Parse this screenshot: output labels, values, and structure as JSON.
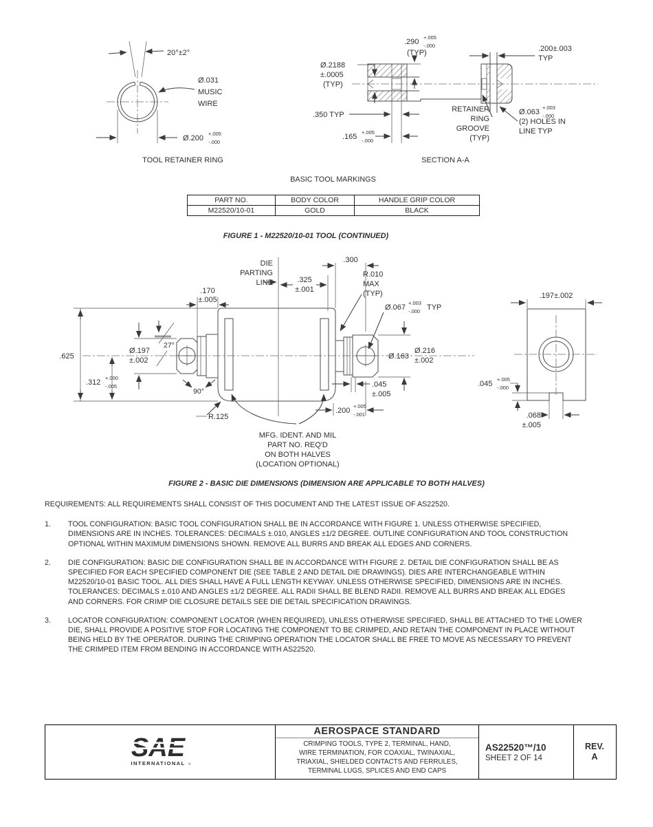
{
  "colors": {
    "line": "#4b4b4b",
    "text": "#2e2e2e",
    "logo_navy": "#1a3f70",
    "logo_cyan": "#2d9fd7"
  },
  "fig1_left": {
    "caption": "TOOL RETAINER RING",
    "angle": "20°±2°",
    "wire": [
      "Ø.031",
      "MUSIC",
      "WIRE"
    ],
    "dia": "Ø.200",
    "dia_sup": "+.005",
    "dia_sub": "-.000"
  },
  "fig1_right": {
    "caption": "SECTION A-A",
    "d290": ".290",
    "d290_sup": "+.005",
    "d290_sub": "-.000",
    "d290_typ": "(TYP)",
    "d2188": "Ø.2188",
    "d2188_tol": "±.0005",
    "d2188_typ": "(TYP)",
    "d200": ".200±.003",
    "d200_typ": "TYP",
    "d350": ".350 TYP",
    "d165": ".165",
    "d165_sup": "+.005",
    "d165_sub": "-.000",
    "groove": [
      "RETAINER",
      "RING",
      "GROOVE",
      "(TYP)"
    ],
    "d063": "Ø.063",
    "d063_sup": "+.003",
    "d063_sub": "-.000",
    "d063_l2": "(2) HOLES IN",
    "d063_l3": "LINE TYP"
  },
  "markings": {
    "title": "BASIC TOOL MARKINGS",
    "headers": [
      "PART NO.",
      "BODY COLOR",
      "HANDLE GRIP COLOR"
    ],
    "row": [
      "M22520/10-01",
      "GOLD",
      "BLACK"
    ]
  },
  "fig1_caption": "FIGURE 1 - M22520/10-01 TOOL (CONTINUED)",
  "fig2": {
    "caption": "FIGURE 2 - BASIC DIE DIMENSIONS (DIMENSION ARE APPLICABLE TO BOTH HALVES)",
    "die_parting": [
      "DIE",
      "PARTING",
      "LINE"
    ],
    "d170": ".170",
    "d170_tol": "±.005",
    "d325": ".325",
    "d325_tol": "±.001",
    "d300": ".300",
    "r010": [
      "R.010",
      "MAX",
      "(TYP)"
    ],
    "d067": "Ø.067",
    "d067_sup": "+.003",
    "d067_sub": "-.000",
    "d067_typ": "TYP",
    "d625": ".625",
    "d312": ".312",
    "d312_sup": "+.000",
    "d312_sub": "-.005",
    "d197": "Ø.197",
    "d197_tol": "±.002",
    "a27": "27°",
    "a90": "90°",
    "r125": "R.125",
    "d163": "Ø.163",
    "d216": "Ø.216",
    "d216_tol": "±.002",
    "d045": ".045",
    "d045_tol": "±.005",
    "d200": ".200",
    "d200_sup": "+.005",
    "d200_sub": "-.001",
    "note": [
      "MFG. IDENT. AND MIL",
      "PART NO. REQ'D",
      "ON BOTH HALVES",
      "(LOCATION OPTIONAL)"
    ],
    "end_d197": ".197±.002",
    "end_d045": ".045",
    "end_d045_sup": "+.005",
    "end_d045_sub": "-.000",
    "end_d068": ".068",
    "end_d068_tol": "±.005"
  },
  "requirements": {
    "intro": "REQUIREMENTS: ALL REQUIREMENTS SHALL CONSIST OF THIS DOCUMENT AND THE LATEST ISSUE OF AS22520.",
    "items": [
      {
        "num": "1.",
        "text": "TOOL CONFIGURATION: BASIC TOOL CONFIGURATION SHALL BE IN ACCORDANCE WITH FIGURE 1. UNLESS OTHERWISE SPECIFIED, DIMENSIONS ARE IN INCHES. TOLERANCES: DECIMALS ±.010, ANGLES ±1/2 DEGREE. OUTLINE CONFIGURATION AND TOOL CONSTRUCTION OPTIONAL WITHIN MAXIMUM DIMENSIONS SHOWN. REMOVE ALL BURRS AND BREAK ALL EDGES AND CORNERS."
      },
      {
        "num": "2.",
        "text": "DIE CONFIGURATION: BASIC DIE CONFIGURATION SHALL BE IN ACCORDANCE WITH FIGURE 2. DETAIL DIE CONFIGURATION SHALL BE AS SPECIFIED FOR EACH SPECIFIED COMPONENT DIE (SEE TABLE 2 AND DETAIL DIE DRAWINGS). DIES ARE INTERCHANGEABLE WITHIN M22520/10-01 BASIC TOOL. ALL DIES SHALL HAVE A FULL LENGTH KEYWAY. UNLESS OTHERWISE SPECIFIED, DIMENSIONS ARE IN INCHES. TOLERANCES: DECIMALS ±.010 AND ANGLES ±1/2 DEGREE. ALL RADII SHALL BE BLEND RADII. REMOVE ALL BURRS AND BREAK ALL EDGES AND CORNERS. FOR CRIMP DIE CLOSURE DETAILS SEE DIE DETAIL SPECIFICATION DRAWINGS."
      },
      {
        "num": "3.",
        "text": "LOCATOR CONFIGURATION: COMPONENT LOCATOR (WHEN REQUIRED), UNLESS OTHERWISE SPECIFIED, SHALL BE ATTACHED TO THE LOWER DIE, SHALL PROVIDE A POSITIVE STOP FOR LOCATING THE COMPONENT TO BE CRIMPED, AND RETAIN THE COMPONENT IN PLACE WITHOUT BEING HELD BY THE OPERATOR. DURING THE CRIMPING OPERATION THE LOCATOR SHALL BE FREE TO MOVE AS NECESSARY TO PREVENT THE CRIMPED ITEM FROM BENDING IN ACCORDANCE WITH AS22520."
      }
    ]
  },
  "titleblock": {
    "title": "AEROSPACE STANDARD",
    "subtitle": [
      "CRIMPING TOOLS, TYPE 2, TERMINAL, HAND,",
      "WIRE TERMINATION, FOR COAXIAL, TWINAXIAL,",
      "TRIAXIAL, SHIELDED CONTACTS AND FERRULES,",
      "TERMINAL LUGS, SPLICES AND END CAPS"
    ],
    "doc_number": "AS22520™/10",
    "sheet": "SHEET 2 OF 14",
    "rev_label": "REV.",
    "rev_value": "A",
    "logo_text": "SAE",
    "logo_sub": "INTERNATIONAL",
    "logo_reg": "®"
  }
}
